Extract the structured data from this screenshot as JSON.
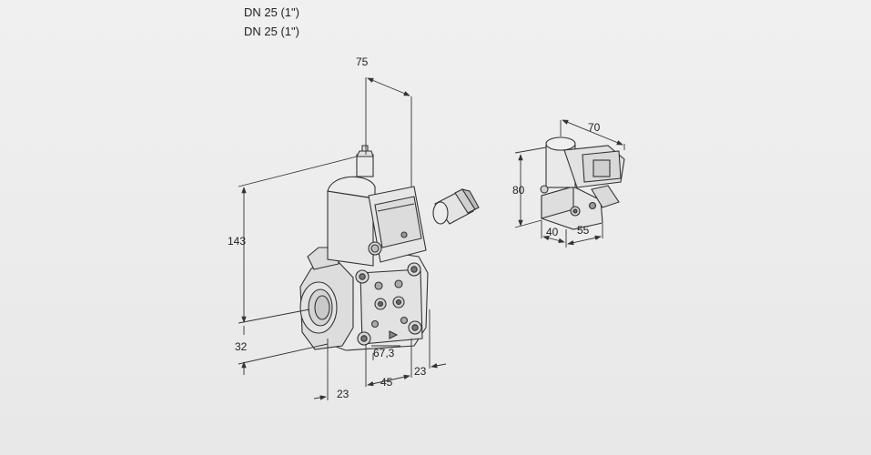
{
  "header": {
    "line1": "DN 25 (1\")",
    "line2": "DN 25 (1\")"
  },
  "dimensions": {
    "width_top": "75",
    "height_total": "143",
    "height_low": "32",
    "depth_left": "23",
    "depth_mid": "45",
    "depth_right": "23",
    "flange": "67,3",
    "small_width": "70",
    "small_height": "80",
    "small_depth": "40",
    "small_width_bottom": "55"
  },
  "colors": {
    "line": "#333333",
    "body_fill": "#e6e6e6",
    "shade": "#cfcfcf",
    "background": "#eeeeee"
  }
}
